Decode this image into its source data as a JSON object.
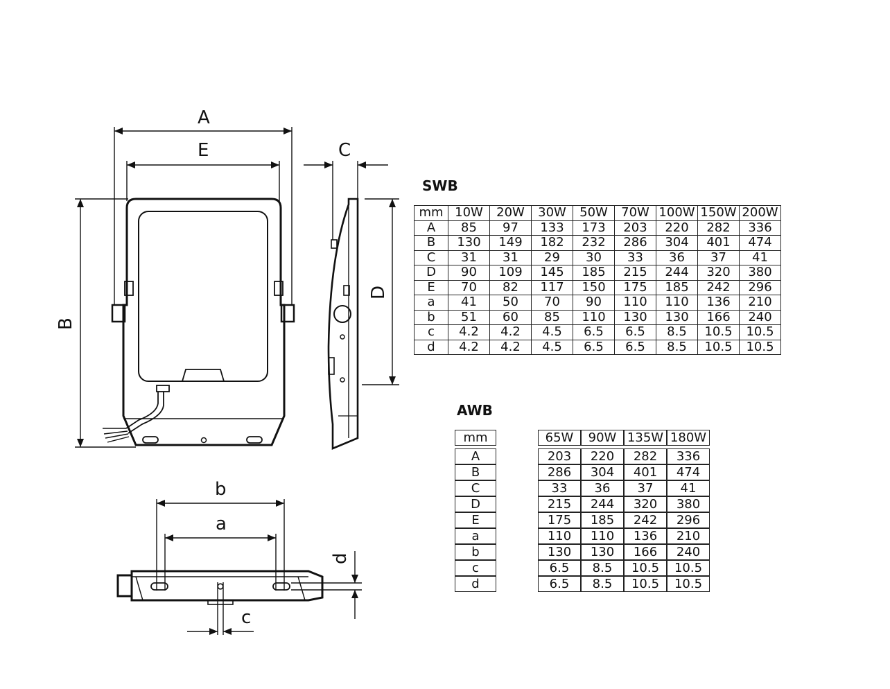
{
  "dimension_labels": {
    "A": "A",
    "E": "E",
    "C": "C",
    "B": "B",
    "D": "D",
    "b": "b",
    "a": "a",
    "d": "d",
    "c": "c"
  },
  "swb": {
    "title": "SWB",
    "header": [
      "mm",
      "10W",
      "20W",
      "30W",
      "50W",
      "70W",
      "100W",
      "150W",
      "200W"
    ],
    "rows": [
      [
        "A",
        "85",
        "97",
        "133",
        "173",
        "203",
        "220",
        "282",
        "336"
      ],
      [
        "B",
        "130",
        "149",
        "182",
        "232",
        "286",
        "304",
        "401",
        "474"
      ],
      [
        "C",
        "31",
        "31",
        "29",
        "30",
        "33",
        "36",
        "37",
        "41"
      ],
      [
        "D",
        "90",
        "109",
        "145",
        "185",
        "215",
        "244",
        "320",
        "380"
      ],
      [
        "E",
        "70",
        "82",
        "117",
        "150",
        "175",
        "185",
        "242",
        "296"
      ],
      [
        "a",
        "41",
        "50",
        "70",
        "90",
        "110",
        "110",
        "136",
        "210"
      ],
      [
        "b",
        "51",
        "60",
        "85",
        "110",
        "130",
        "130",
        "166",
        "240"
      ],
      [
        "c",
        "4.2",
        "4.2",
        "4.5",
        "6.5",
        "6.5",
        "8.5",
        "10.5",
        "10.5"
      ],
      [
        "d",
        "4.2",
        "4.2",
        "4.5",
        "6.5",
        "6.5",
        "8.5",
        "10.5",
        "10.5"
      ]
    ]
  },
  "awb": {
    "title": "AWB",
    "header": [
      "mm",
      "65W",
      "90W",
      "135W",
      "180W"
    ],
    "rows": [
      [
        "A",
        "203",
        "220",
        "282",
        "336"
      ],
      [
        "B",
        "286",
        "304",
        "401",
        "474"
      ],
      [
        "C",
        "33",
        "36",
        "37",
        "41"
      ],
      [
        "D",
        "215",
        "244",
        "320",
        "380"
      ],
      [
        "E",
        "175",
        "185",
        "242",
        "296"
      ],
      [
        "a",
        "110",
        "110",
        "136",
        "210"
      ],
      [
        "b",
        "130",
        "130",
        "166",
        "240"
      ],
      [
        "c",
        "6.5",
        "8.5",
        "10.5",
        "10.5"
      ],
      [
        "d",
        "6.5",
        "8.5",
        "10.5",
        "10.5"
      ]
    ]
  }
}
